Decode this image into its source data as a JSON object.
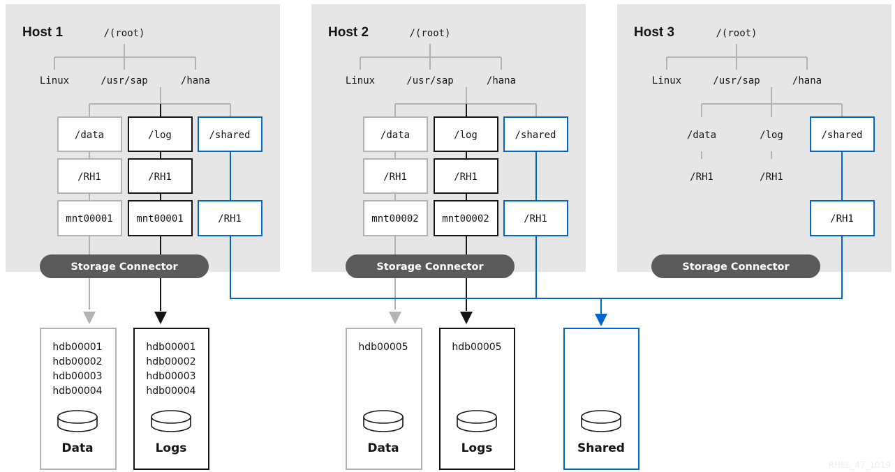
{
  "hosts": [
    {
      "title": "Host 1",
      "root": "/(root)",
      "children": [
        "Linux",
        "/usr/sap",
        "/hana"
      ],
      "data_dir": "/data",
      "log_dir": "/log",
      "shared_dir": "/shared",
      "data_sid": "/RH1",
      "log_sid": "/RH1",
      "data_mnt": "mnt00001",
      "log_mnt": "mnt00001",
      "shared_sid": "/RH1",
      "connector": "Storage Connector"
    },
    {
      "title": "Host 2",
      "root": "/(root)",
      "children": [
        "Linux",
        "/usr/sap",
        "/hana"
      ],
      "data_dir": "/data",
      "log_dir": "/log",
      "shared_dir": "/shared",
      "data_sid": "/RH1",
      "log_sid": "/RH1",
      "data_mnt": "mnt00002",
      "log_mnt": "mnt00002",
      "shared_sid": "/RH1",
      "connector": "Storage Connector"
    },
    {
      "title": "Host 3",
      "root": "/(root)",
      "children": [
        "Linux",
        "/usr/sap",
        "/hana"
      ],
      "data_dir": "/data",
      "log_dir": "/log",
      "shared_dir": "/shared",
      "data_sid": "/RH1",
      "log_sid": "/RH1",
      "shared_sid": "/RH1",
      "connector": "Storage Connector"
    }
  ],
  "storage": [
    {
      "label": "Data",
      "volumes": [
        "hdb00001",
        "hdb00002",
        "hdb00003",
        "hdb00004"
      ],
      "kind": "data"
    },
    {
      "label": "Logs",
      "volumes": [
        "hdb00001",
        "hdb00002",
        "hdb00003",
        "hdb00004"
      ],
      "kind": "log"
    },
    {
      "label": "Data",
      "volumes": [
        "hdb00005"
      ],
      "kind": "data"
    },
    {
      "label": "Logs",
      "volumes": [
        "hdb00005"
      ],
      "kind": "log"
    },
    {
      "label": "Shared",
      "volumes": [],
      "kind": "shared"
    }
  ],
  "colors": {
    "data": "#b3b3b3",
    "log": "#151515",
    "shared": "#0066cc",
    "host_background": "#e6e6e6",
    "connector": "#5a5a5a"
  },
  "icons": {
    "storage": "disk-icon"
  },
  "watermark": "RHEL_47_1019"
}
